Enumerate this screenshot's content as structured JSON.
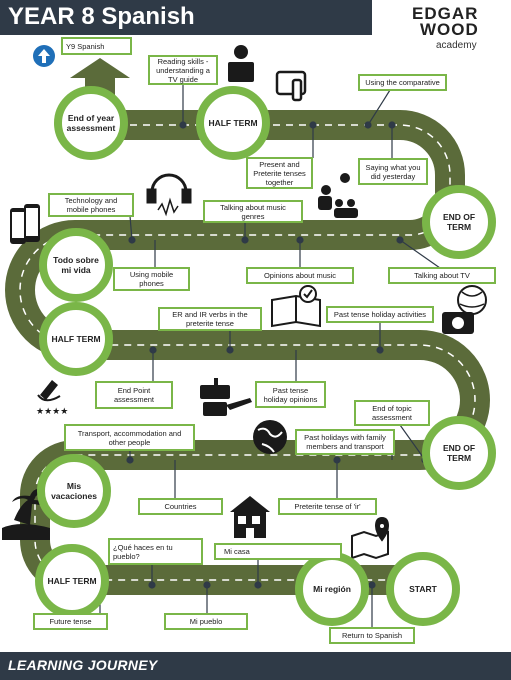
{
  "header": {
    "title": "YEAR 8 Spanish"
  },
  "logo": {
    "line1": "EDGAR",
    "line2": "WOOD",
    "line3": "academy"
  },
  "footer": {
    "title": "LEARNING JOURNEY"
  },
  "colors": {
    "road": "#5b6b3a",
    "accent": "#7ab648",
    "dark": "#2f3a47"
  },
  "milestones": {
    "end_of_year": "End of year assessment",
    "half_term_1": "HALF TERM",
    "end_of_term_1": "END OF TERM",
    "todo_sobre_mi_vida": "Todo sobre mi vida",
    "half_term_2": "HALF TERM",
    "end_of_term_2": "END OF TERM",
    "mis_vacaciones": "Mis vacaciones",
    "half_term_3": "HALF TERM",
    "mi_region": "Mi región",
    "start": "START"
  },
  "topics": {
    "y9_spanish": "Y9 Spanish",
    "reading_skills": "Reading skills - understanding a TV guide",
    "using_comparative": "Using the comparative",
    "present_preterite": "Present and Preterite tenses together",
    "saying_yesterday": "Saying what you did yesterday",
    "technology_phones": "Technology and mobile phones",
    "talking_music_genres": "Talking about music genres",
    "using_mobile_phones": "Using mobile phones",
    "opinions_music": "Opinions about music",
    "talking_tv": "Talking about TV",
    "er_ir_verbs": "ER and IR verbs in the preterite tense",
    "past_tense_activities": "Past tense holiday activities",
    "end_point": "End Point assessment",
    "past_tense_opinions": "Past tense holiday opinions",
    "end_topic_assessment": "End of topic assessment",
    "transport": "Transport, accommodation and other people",
    "past_holidays_family": "Past holidays with family members and transport",
    "countries": "Countries",
    "preterite_ir": "Preterite tense of 'ir'",
    "que_haces": "¿Qué haces en tu pueblo?",
    "mi_casa": "Mi casa",
    "future_tense": "Future tense",
    "mi_pueblo": "Mi pueblo",
    "return_spanish": "Return to Spanish"
  },
  "icons": [
    "up-arrow-icon",
    "reading-person-icon",
    "tv-remote-icon",
    "headphones-icon",
    "mobile-phones-icon",
    "dancing-people-icon",
    "book-checkmark-icon",
    "camera-beach-ball-icon",
    "handwriting-stars-icon",
    "travel-collage-icon",
    "globe-icon",
    "palm-tree-icon",
    "house-icon",
    "map-pin-icon"
  ]
}
